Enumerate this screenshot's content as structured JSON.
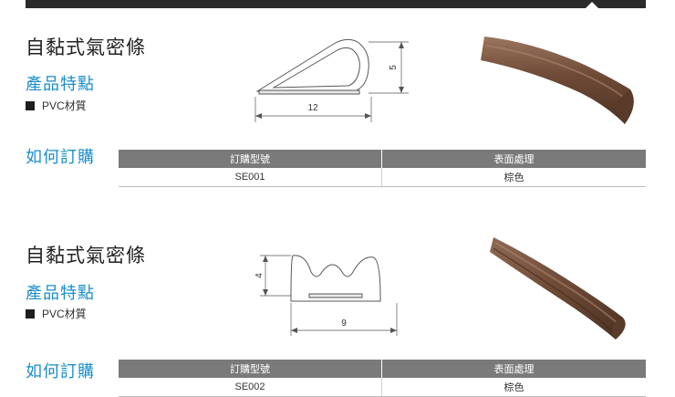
{
  "products": [
    {
      "title": "自黏式氣密條",
      "features_heading": "產品特點",
      "features": [
        "PVC材質"
      ],
      "dimensions": {
        "width": "12",
        "height": "5"
      },
      "order_label": "如何訂購",
      "table": {
        "headers": [
          "訂購型號",
          "表面處理"
        ],
        "rows": [
          [
            "SE001",
            "棕色"
          ]
        ]
      },
      "color": "#6e4a36"
    },
    {
      "title": "自黏式氣密條",
      "features_heading": "產品特點",
      "features": [
        "PVC材質"
      ],
      "dimensions": {
        "width": "9",
        "height": "4"
      },
      "order_label": "如何訂購",
      "table": {
        "headers": [
          "訂購型號",
          "表面處理"
        ],
        "rows": [
          [
            "SE002",
            "棕色"
          ]
        ]
      },
      "color": "#6e4a36"
    }
  ],
  "accent_color": "#1a8ec9",
  "header_bg": "#7a7a7a"
}
